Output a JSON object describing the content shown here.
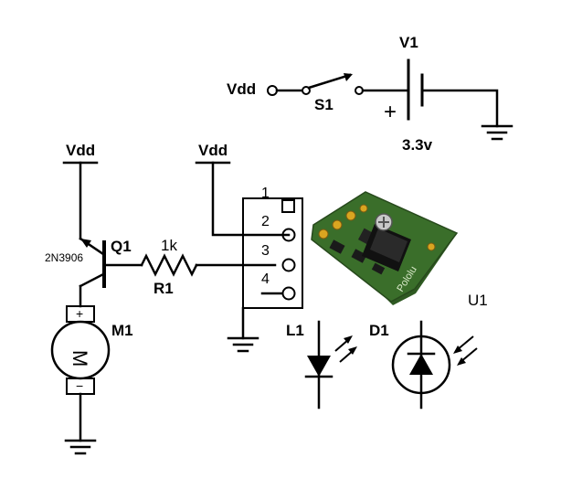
{
  "schematic": {
    "supply": {
      "ref": "V1",
      "value": "3.3v",
      "plus": "+"
    },
    "switch": {
      "ref": "S1",
      "net": "Vdd"
    },
    "transistor": {
      "ref": "Q1",
      "part": "2N3906",
      "net": "Vdd"
    },
    "resistor": {
      "ref": "R1",
      "value": "1k"
    },
    "motor": {
      "ref": "M1",
      "symbol": "M",
      "plus": "+",
      "minus": "−"
    },
    "connector": {
      "net": "Vdd",
      "pins": [
        "1",
        "2",
        "3",
        "4"
      ]
    },
    "led": {
      "ref": "L1"
    },
    "photodiode": {
      "ref": "D1"
    },
    "module": {
      "ref": "U1",
      "board_text": "Pololu",
      "board_color": "#3a6e2a",
      "pad_color": "#d9a520"
    }
  }
}
